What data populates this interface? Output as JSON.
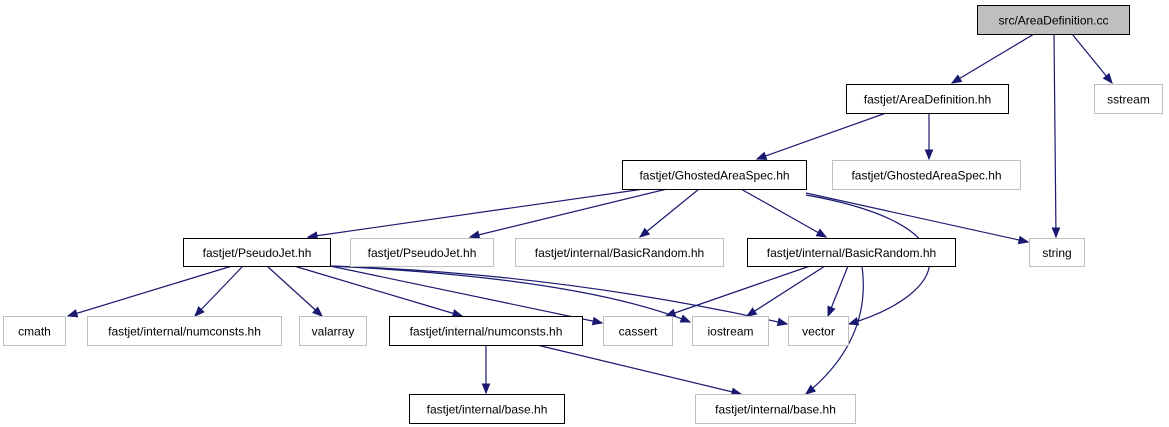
{
  "graph": {
    "nodes": [
      {
        "id": "n0",
        "label": "src/AreaDefinition.cc",
        "kind": "root"
      },
      {
        "id": "n1",
        "label": "fastjet/AreaDefinition.hh",
        "kind": "doc"
      },
      {
        "id": "n2",
        "label": "sstream",
        "kind": "ext"
      },
      {
        "id": "n3",
        "label": "fastjet/GhostedAreaSpec.hh",
        "kind": "doc"
      },
      {
        "id": "n4",
        "label": "fastjet/GhostedAreaSpec.hh",
        "kind": "ext"
      },
      {
        "id": "n5",
        "label": "fastjet/PseudoJet.hh",
        "kind": "doc"
      },
      {
        "id": "n6",
        "label": "fastjet/PseudoJet.hh",
        "kind": "ext"
      },
      {
        "id": "n7",
        "label": "fastjet/internal/BasicRandom.hh",
        "kind": "ext"
      },
      {
        "id": "n8",
        "label": "fastjet/internal/BasicRandom.hh",
        "kind": "doc"
      },
      {
        "id": "n9",
        "label": "string",
        "kind": "ext"
      },
      {
        "id": "n10",
        "label": "cmath",
        "kind": "ext"
      },
      {
        "id": "n11",
        "label": "fastjet/internal/numconsts.hh",
        "kind": "ext"
      },
      {
        "id": "n12",
        "label": "valarray",
        "kind": "ext"
      },
      {
        "id": "n13",
        "label": "fastjet/internal/numconsts.hh",
        "kind": "doc"
      },
      {
        "id": "n14",
        "label": "cassert",
        "kind": "ext"
      },
      {
        "id": "n15",
        "label": "iostream",
        "kind": "ext"
      },
      {
        "id": "n16",
        "label": "vector",
        "kind": "ext"
      },
      {
        "id": "n17",
        "label": "fastjet/internal/base.hh",
        "kind": "doc"
      },
      {
        "id": "n18",
        "label": "fastjet/internal/base.hh",
        "kind": "ext"
      }
    ],
    "edges": [
      {
        "from": "n0",
        "to": "n1"
      },
      {
        "from": "n0",
        "to": "n9"
      },
      {
        "from": "n0",
        "to": "n2"
      },
      {
        "from": "n1",
        "to": "n3"
      },
      {
        "from": "n1",
        "to": "n4"
      },
      {
        "from": "n3",
        "to": "n5"
      },
      {
        "from": "n3",
        "to": "n6"
      },
      {
        "from": "n3",
        "to": "n7"
      },
      {
        "from": "n3",
        "to": "n8"
      },
      {
        "from": "n3",
        "to": "n9"
      },
      {
        "from": "n3",
        "to": "n16"
      },
      {
        "from": "n5",
        "to": "n10"
      },
      {
        "from": "n5",
        "to": "n11"
      },
      {
        "from": "n5",
        "to": "n12"
      },
      {
        "from": "n5",
        "to": "n13"
      },
      {
        "from": "n5",
        "to": "n14"
      },
      {
        "from": "n5",
        "to": "n15"
      },
      {
        "from": "n5",
        "to": "n16"
      },
      {
        "from": "n8",
        "to": "n14"
      },
      {
        "from": "n8",
        "to": "n15"
      },
      {
        "from": "n8",
        "to": "n16"
      },
      {
        "from": "n8",
        "to": "n18"
      },
      {
        "from": "n13",
        "to": "n17"
      },
      {
        "from": "n13",
        "to": "n18"
      }
    ],
    "colors": {
      "edge": "#191970",
      "root_fill": "#bfbfbf",
      "linked_border": "#000000",
      "external_border": "#bfbfbf",
      "text": "#000000"
    }
  }
}
